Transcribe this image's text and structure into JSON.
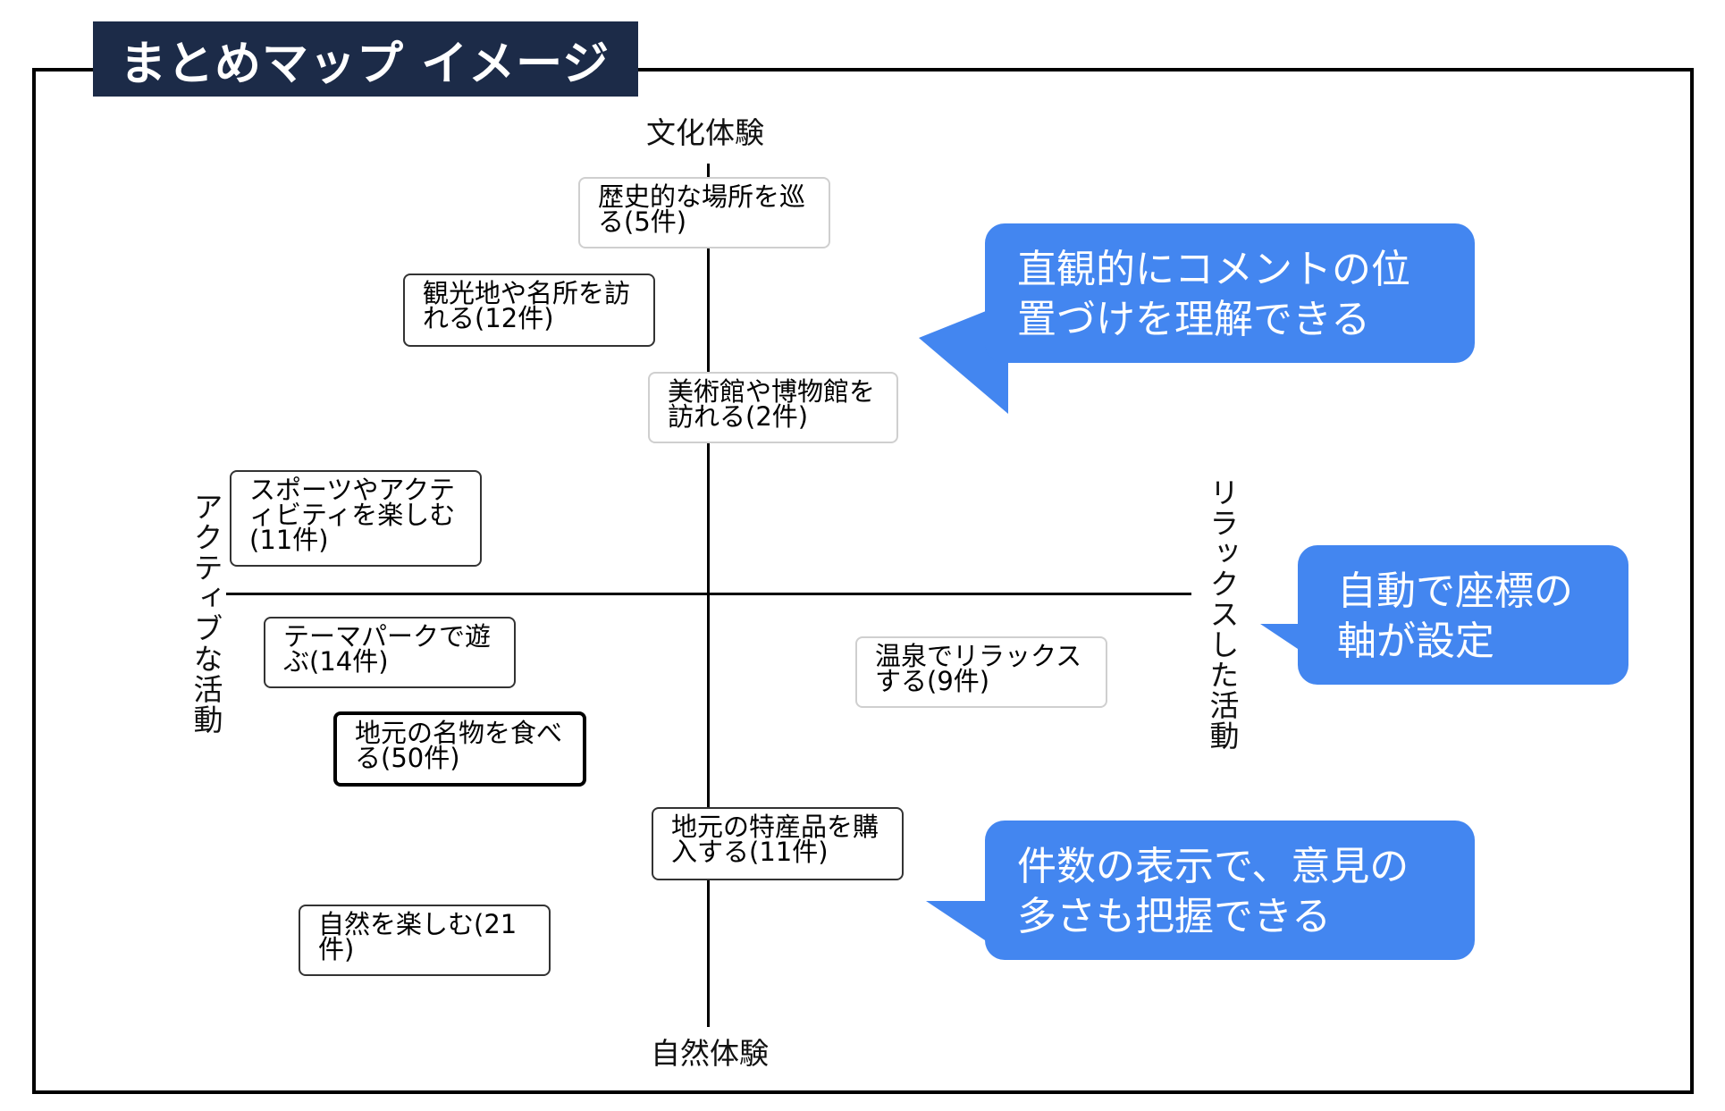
{
  "title": "まとめマップ イメージ",
  "axes": {
    "top": "文化体験",
    "bottom": "自然体験",
    "left": "アクティブな活動",
    "right": "リラックスした活動"
  },
  "nodes": [
    {
      "text": "歴史的な場所を巡る(5件)",
      "style": "light"
    },
    {
      "text": "観光地や名所を訪れる(12件)",
      "style": "normal"
    },
    {
      "text": "美術館や博物館を訪れる(2件)",
      "style": "light"
    },
    {
      "text": "スポーツやアクティビティを楽しむ(11件)",
      "style": "normal"
    },
    {
      "text": "テーマパークで遊ぶ(14件)",
      "style": "normal"
    },
    {
      "text": "温泉でリラックスする(9件)",
      "style": "light"
    },
    {
      "text": "地元の名物を食べる(50件)",
      "style": "bold"
    },
    {
      "text": "地元の特産品を購入する(11件)",
      "style": "normal"
    },
    {
      "text": "自然を楽しむ(21件)",
      "style": "normal"
    }
  ],
  "callouts": [
    {
      "text": "直観的にコメントの位置づけを理解できる"
    },
    {
      "text": "自動で座標の軸が設定"
    },
    {
      "text": "件数の表示で、意見の多さも把握できる"
    }
  ],
  "colors": {
    "title_bg": "#1c2b48",
    "callout": "#4386f0"
  }
}
